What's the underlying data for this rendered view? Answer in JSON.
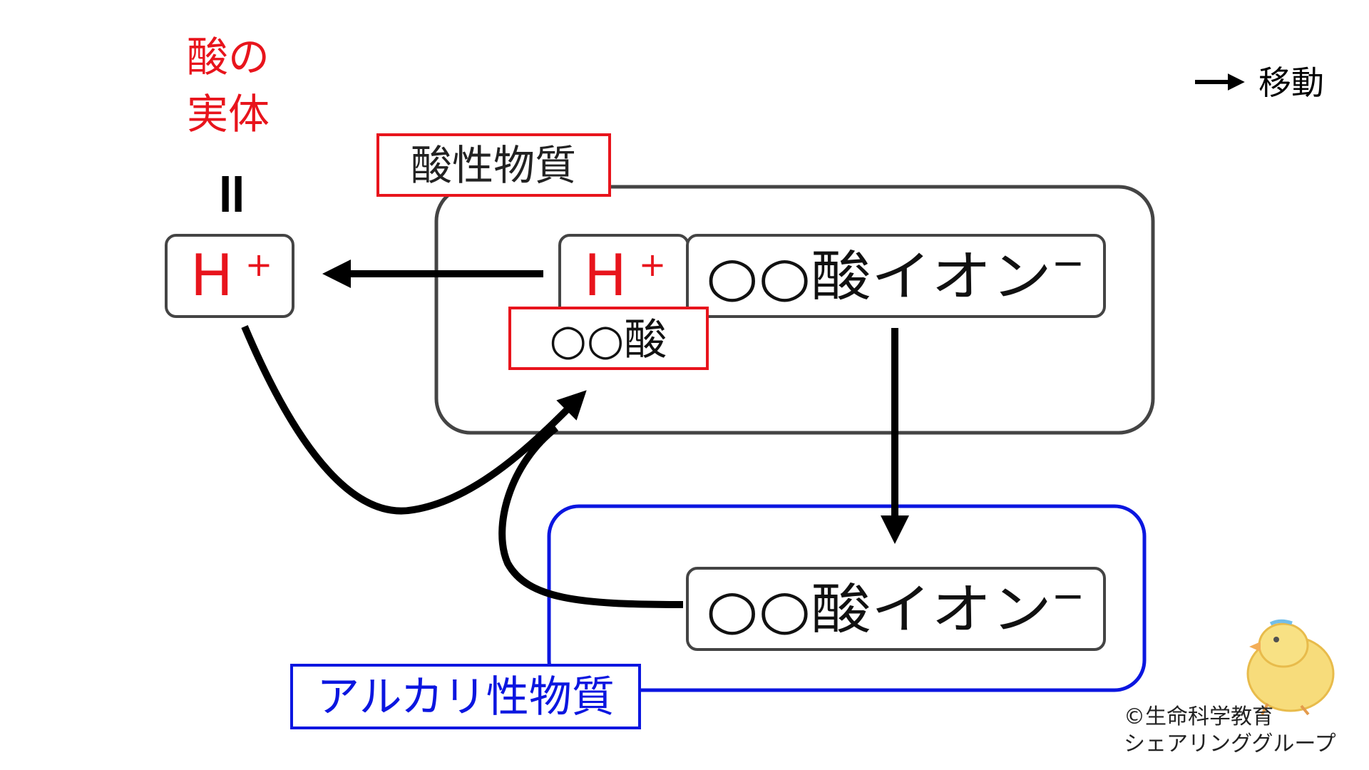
{
  "acid_entity_title": {
    "line1": "酸の",
    "line2": "実体"
  },
  "equals_sign": "=",
  "legend": {
    "arrow_label": "移動"
  },
  "free_proton": {
    "main": "H",
    "charge": "+"
  },
  "acidic_substance": {
    "label": "酸性物質",
    "proton": {
      "main": "H",
      "charge": "+"
    },
    "acid_ion": {
      "name": "○○酸イオン",
      "charge": "−"
    },
    "acid_label": "○○酸"
  },
  "alkaline_substance": {
    "label": "アルカリ性物質",
    "acid_ion": {
      "name": "○○酸イオン",
      "charge": "−"
    }
  },
  "copyright": {
    "line1": "©生命科学教育",
    "line2": "シェアリンググループ"
  },
  "colors": {
    "red": "#e8141c",
    "blue": "#0b16e0",
    "dark_border": "#444444",
    "black": "#000000"
  }
}
